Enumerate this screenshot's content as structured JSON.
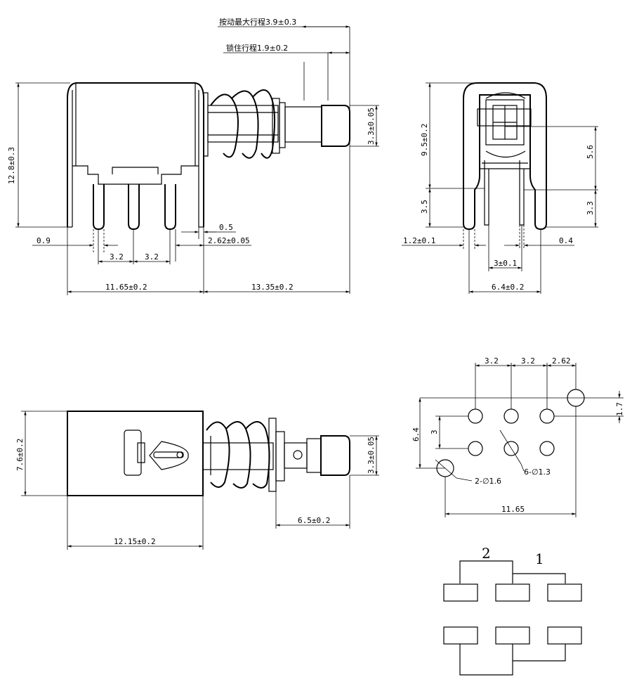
{
  "front_view": {
    "max_stroke": "按动最大行程3.9±0.3",
    "lock_stroke": "锁住行程1.9±0.2",
    "height": "12.8±0.3",
    "plunger_dia": "3.3±0.05",
    "pin_thickness": "0.9",
    "frame_thickness": "0.5",
    "pin_offset": "2.62±0.05",
    "pitch_a": "3.2",
    "pitch_b": "3.2",
    "body_length": "11.65±0.2",
    "plunger_length": "13.35±0.2"
  },
  "side_view": {
    "height": "9.5±0.2",
    "top_to_pin": "5.6",
    "pin_len_left": "3.5",
    "pin_len_right": "3.3",
    "frame_thick": "1.2±0.1",
    "pin_thick": "0.4",
    "pin_spacing": "3±0.1",
    "width": "6.4±0.2"
  },
  "top_view": {
    "width": "7.6±0.2",
    "plunger_dia": "3.3±0.05",
    "plunger_ext": "6.5±0.2",
    "body_length": "12.15±0.2"
  },
  "footprint": {
    "pitch_1": "3.2",
    "pitch_2": "3.2",
    "offset_1": "2.62",
    "frame_offset": "1.7",
    "height": "6.4",
    "row_pitch": "3",
    "big_holes": "2-∅1.6",
    "small_holes": "6-∅1.3",
    "width": "11.65"
  },
  "schematic": {
    "label_left": "2",
    "label_right": "1"
  }
}
